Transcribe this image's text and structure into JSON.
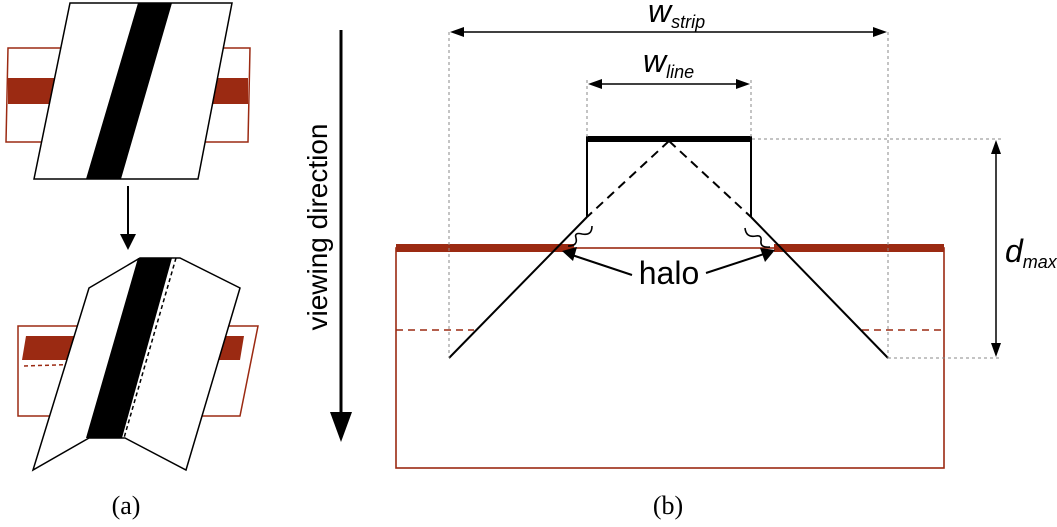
{
  "colors": {
    "ink": "#000000",
    "substrate": "#9b2a12",
    "background": "#ffffff"
  },
  "panel_a": {
    "caption": "(a)"
  },
  "panel_b": {
    "caption": "(b)",
    "viewing_direction_label": "viewing direction",
    "w_strip": {
      "main": "w",
      "sub": "strip"
    },
    "w_line": {
      "main": "w",
      "sub": "line"
    },
    "d_max": {
      "main": "d",
      "sub": "max"
    },
    "halo_label": "halo"
  }
}
